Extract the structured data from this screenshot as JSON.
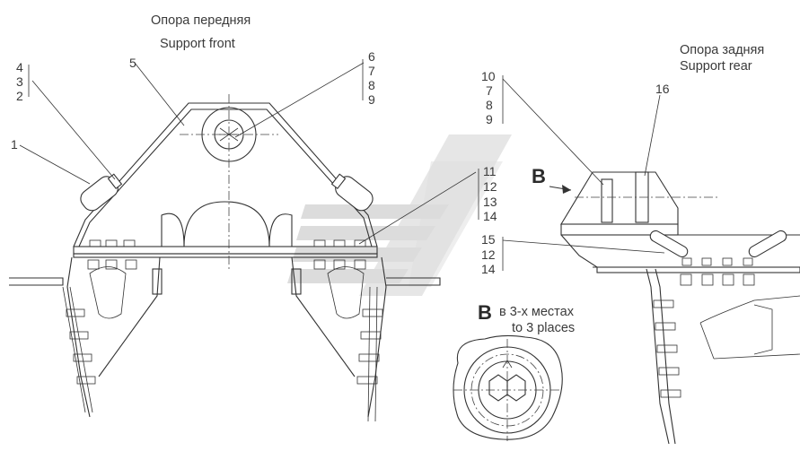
{
  "front": {
    "title_ru": "Опора передняя",
    "title_en": "Support  front",
    "labels_left": [
      "4",
      "3",
      "2"
    ],
    "label_1": "1",
    "label_5": "5",
    "labels_right_top": [
      "6",
      "7",
      "8",
      "9"
    ],
    "labels_right_mid": [
      "11",
      "12",
      "13",
      "14"
    ]
  },
  "rear": {
    "title_ru": "Опора задняя",
    "title_en": "Support  rear",
    "labels_top": [
      "10",
      "7",
      "8",
      "9"
    ],
    "label_16": "16",
    "labels_mid": [
      "15",
      "12",
      "14"
    ],
    "view_marker": "B"
  },
  "detail": {
    "marker": "B",
    "caption_ru": "в 3-х местах",
    "caption_en": "to 3 places"
  },
  "colors": {
    "line": "#333333",
    "watermark": "#d6d6d6"
  }
}
